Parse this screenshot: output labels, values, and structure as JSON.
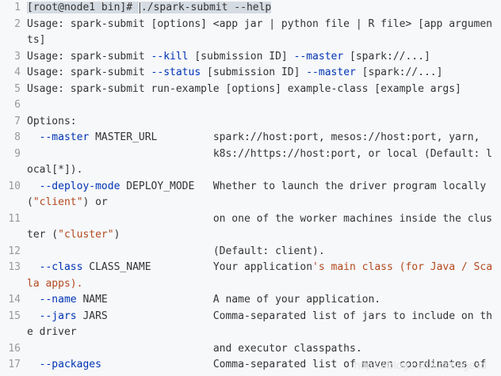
{
  "code_lines": [
    {
      "n": "1",
      "segs": [
        {
          "t": "[root@node1 bin]# ",
          "c": "sel"
        },
        {
          "t": "./spark-submit --help",
          "c": "sel"
        }
      ]
    },
    {
      "n": "2",
      "segs": [
        {
          "t": "Usage: spark-submit [options] <app jar | python file | R file> [app arguments]",
          "c": ""
        }
      ]
    },
    {
      "n": "3",
      "segs": [
        {
          "t": "Usage: spark-submit ",
          "c": ""
        },
        {
          "t": "--kill",
          "c": "kw"
        },
        {
          "t": " [submission ID] ",
          "c": ""
        },
        {
          "t": "--master",
          "c": "kw"
        },
        {
          "t": " [spark://...]",
          "c": ""
        }
      ]
    },
    {
      "n": "4",
      "segs": [
        {
          "t": "Usage: spark-submit ",
          "c": ""
        },
        {
          "t": "--status",
          "c": "kw"
        },
        {
          "t": " [submission ID] ",
          "c": ""
        },
        {
          "t": "--master",
          "c": "kw"
        },
        {
          "t": " [spark://...]",
          "c": ""
        }
      ]
    },
    {
      "n": "5",
      "segs": [
        {
          "t": "Usage: spark-submit run-example [options] example-class [example args]",
          "c": ""
        }
      ]
    },
    {
      "n": "6",
      "segs": [
        {
          "t": " ",
          "c": ""
        }
      ]
    },
    {
      "n": "7",
      "segs": [
        {
          "t": "Options:",
          "c": ""
        }
      ]
    },
    {
      "n": "8",
      "segs": [
        {
          "t": "  ",
          "c": ""
        },
        {
          "t": "--master",
          "c": "kw"
        },
        {
          "t": " MASTER_URL         spark://host:port, mesos://host:port, yarn,",
          "c": ""
        }
      ]
    },
    {
      "n": "9",
      "segs": [
        {
          "t": "                              k8s://https://host:port, or local (Default: local[*]).",
          "c": ""
        }
      ]
    },
    {
      "n": "10",
      "segs": [
        {
          "t": "  ",
          "c": ""
        },
        {
          "t": "--deploy-mode",
          "c": "kw"
        },
        {
          "t": " DEPLOY_MODE   Whether to launch the driver program locally (",
          "c": ""
        },
        {
          "t": "\"client\"",
          "c": "str"
        },
        {
          "t": ") or",
          "c": ""
        }
      ]
    },
    {
      "n": "11",
      "segs": [
        {
          "t": "                              on one of the worker machines inside the cluster (",
          "c": ""
        },
        {
          "t": "\"cluster\"",
          "c": "str"
        },
        {
          "t": ")",
          "c": ""
        }
      ]
    },
    {
      "n": "12",
      "segs": [
        {
          "t": "                              (Default: client).",
          "c": ""
        }
      ]
    },
    {
      "n": "13",
      "segs": [
        {
          "t": "  ",
          "c": ""
        },
        {
          "t": "--class",
          "c": "kw"
        },
        {
          "t": " CLASS_NAME          Your application",
          "c": ""
        },
        {
          "t": "'s main class (for Java / Scala apps).",
          "c": "str"
        }
      ]
    },
    {
      "n": "14",
      "segs": [
        {
          "t": "  ",
          "c": ""
        },
        {
          "t": "--name",
          "c": "kw"
        },
        {
          "t": " NAME                 A name of your application.",
          "c": ""
        }
      ]
    },
    {
      "n": "15",
      "segs": [
        {
          "t": "  ",
          "c": ""
        },
        {
          "t": "--jars",
          "c": "kw"
        },
        {
          "t": " JARS                 Comma-separated list of jars to include on the driver",
          "c": ""
        }
      ]
    },
    {
      "n": "16",
      "segs": [
        {
          "t": "                              and executor classpaths.",
          "c": ""
        }
      ]
    },
    {
      "n": "17",
      "segs": [
        {
          "t": "  ",
          "c": ""
        },
        {
          "t": "--packages",
          "c": "kw"
        },
        {
          "t": "                  Comma-separated list of maven coordinates of",
          "c": ""
        }
      ]
    }
  ],
  "watermark": "https://blog.csdn.net/dgesd"
}
